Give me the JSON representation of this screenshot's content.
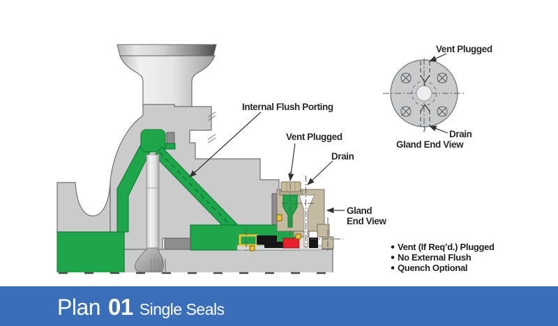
{
  "colors": {
    "flow_green": "#1fa64a",
    "flow_green_dark": "#0b7a33",
    "gland_beige": "#c4b9a1",
    "seal_red": "#e7202c",
    "bolt_gold": "#e9c23a",
    "accent_blue": "#3a6eb8"
  },
  "pump_view": {
    "labels": {
      "internal_flush_porting": "Internal Flush Porting",
      "vent_plugged": "Vent Plugged",
      "drain": "Drain",
      "gland_line1": "Gland",
      "gland_line2": "End View"
    }
  },
  "gland_end_view": {
    "vent_plugged": "Vent Plugged",
    "drain": "Drain",
    "caption": "Gland End View"
  },
  "notes": [
    "Vent (If Req’d.) Plugged",
    "No External Flush",
    "Quench Optional"
  ],
  "footer": {
    "plan_word": "Plan",
    "plan_number": "01",
    "subtitle": "Single Seals"
  }
}
